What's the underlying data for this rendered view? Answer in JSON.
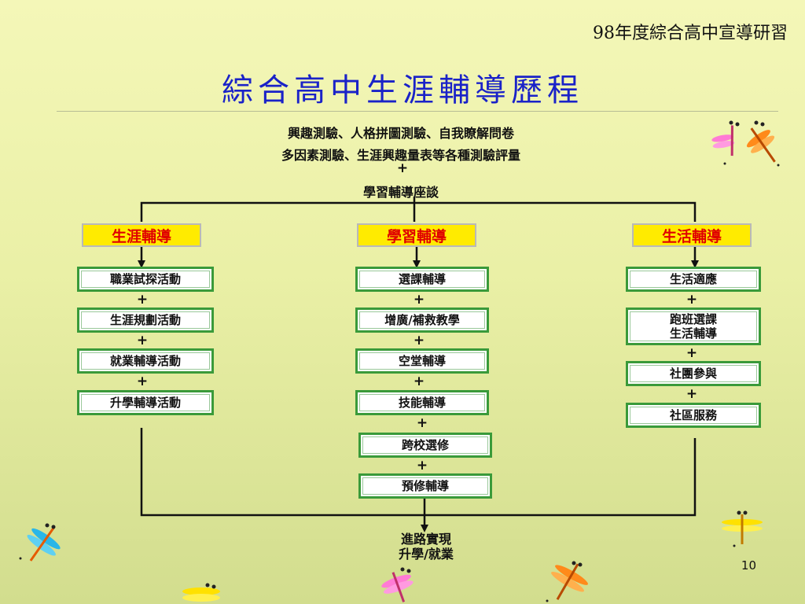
{
  "header": {
    "title": "98年度綜合高中宣導研習"
  },
  "slide": {
    "title": "綜合高中生涯輔導歷程",
    "page_number": "10"
  },
  "intro": {
    "line1": "興趣測驗、人格拼圖測驗、自我瞭解問卷",
    "line2": "多因素測驗、生涯興趣量表等各種測驗評量",
    "plus": "+",
    "line3": "學習輔導座談"
  },
  "columns": [
    {
      "label": "生涯輔導",
      "items": [
        "職業試探活動",
        "生涯規劃活動",
        "就業輔導活動",
        "升學輔導活動"
      ]
    },
    {
      "label": "學習輔導",
      "items": [
        "選課輔導",
        "增廣/補救教學",
        "空堂輔導",
        "技能輔導",
        "跨校選修",
        "預修輔導"
      ]
    },
    {
      "label": "生活輔導",
      "items": [
        "生活適應",
        "跑班選課\n生活輔導",
        "社團參與",
        "社區服務"
      ]
    }
  ],
  "connector": "+",
  "result": {
    "line1": "進路實現",
    "line2": "升學/就業"
  },
  "colors": {
    "title": "#1a22c8",
    "box_border": "#3a9a3a",
    "category_bg": "#ffeb00",
    "category_text": "#e00000"
  }
}
